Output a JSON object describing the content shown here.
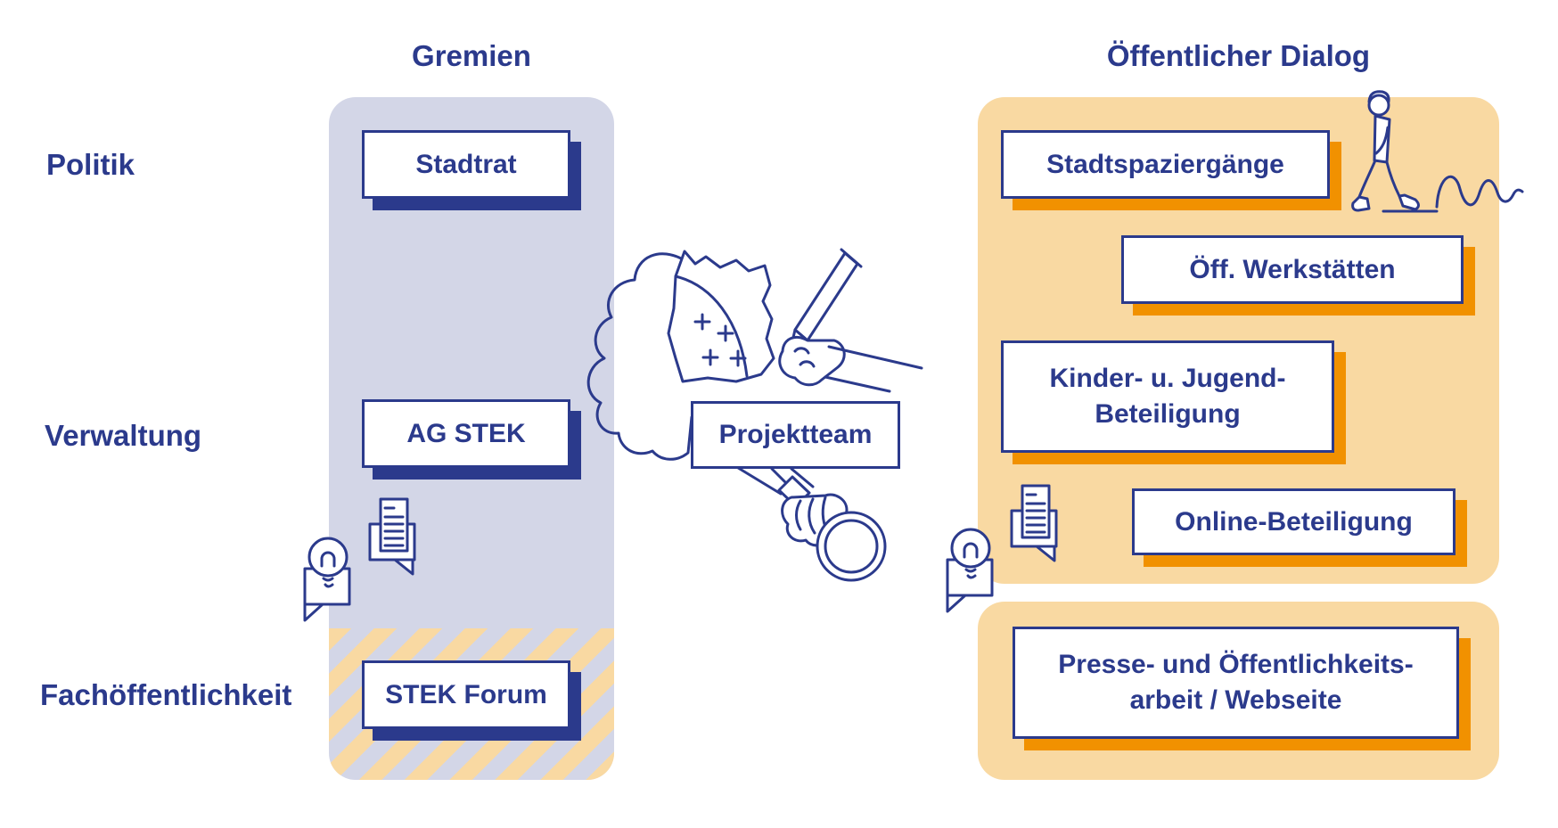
{
  "titles": {
    "left": "Gremien",
    "right": "Öffentlicher Dialog"
  },
  "row_labels": {
    "politik": "Politik",
    "verwaltung": "Verwaltung",
    "fachoeffentlichkeit": "Fachöffentlichkeit"
  },
  "gremien_boxes": {
    "stadtrat": "Stadtrat",
    "ag_stek": "AG STEK",
    "stek_forum": "STEK Forum"
  },
  "center": {
    "projektteam": "Projektteam"
  },
  "dialog_boxes": {
    "stadtspaziergaenge": "Stadtspaziergänge",
    "oeff_werkstaetten": "Öff. Werkstätten",
    "kinder_jugend_line1": "Kinder- u. Jugend-",
    "kinder_jugend_line2": "Beteiligung",
    "online_beteiligung": "Online-Beteiligung",
    "presse_line1": "Presse- und Öffentlichkeits-",
    "presse_line2": "arbeit / Webseite"
  },
  "icons": {
    "left_document_bubble": "document-speech-bubble",
    "left_lightbulb_bubble": "lightbulb-speech-bubble",
    "right_document_bubble": "document-speech-bubble",
    "right_lightbulb_bubble": "lightbulb-speech-bubble",
    "walking_person": "walking-person",
    "map_with_pencil_hand": "map-with-pencil-hand",
    "hand_with_magnifier": "hand-with-magnifier"
  },
  "colors": {
    "navy": "#2b3a8c",
    "lavender_panel": "#d3d6e7",
    "orange_panel": "#f9d9a2",
    "orange_shadow": "#f19100",
    "box_background": "#ffffff"
  }
}
